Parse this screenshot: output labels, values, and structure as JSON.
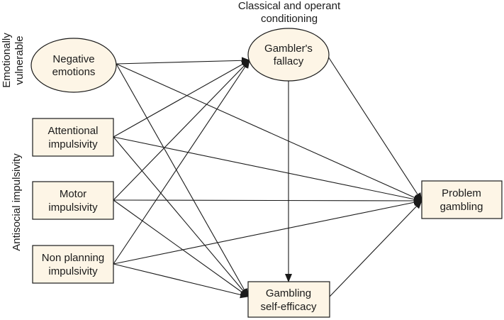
{
  "header": {
    "lines": [
      "Classical and operant",
      "conditioning"
    ]
  },
  "side_labels": {
    "emotional": [
      "Emotionally",
      "vulnerable"
    ],
    "antisocial": [
      "Antisocial impulsivity"
    ]
  },
  "nodes": {
    "negative_emotions": [
      "Negative",
      "emotions"
    ],
    "attentional": [
      "Attentional",
      "impulsivity"
    ],
    "motor": [
      "Motor",
      "impulsivity"
    ],
    "non_planning": [
      "Non planning",
      "impulsivity"
    ],
    "gamblers_fallacy": [
      "Gambler's",
      "fallacy"
    ],
    "self_efficacy": [
      "Gambling",
      "self-efficacy"
    ],
    "problem_gambling": [
      "Problem",
      "gambling"
    ]
  },
  "edges": [
    [
      "negative_emotions",
      "gamblers_fallacy"
    ],
    [
      "negative_emotions",
      "problem_gambling"
    ],
    [
      "negative_emotions",
      "self_efficacy"
    ],
    [
      "attentional",
      "gamblers_fallacy"
    ],
    [
      "attentional",
      "problem_gambling"
    ],
    [
      "attentional",
      "self_efficacy"
    ],
    [
      "motor",
      "gamblers_fallacy"
    ],
    [
      "motor",
      "problem_gambling"
    ],
    [
      "motor",
      "self_efficacy"
    ],
    [
      "non_planning",
      "gamblers_fallacy"
    ],
    [
      "non_planning",
      "problem_gambling"
    ],
    [
      "non_planning",
      "self_efficacy"
    ],
    [
      "gamblers_fallacy",
      "self_efficacy"
    ],
    [
      "gamblers_fallacy",
      "problem_gambling"
    ],
    [
      "self_efficacy",
      "problem_gambling"
    ]
  ]
}
